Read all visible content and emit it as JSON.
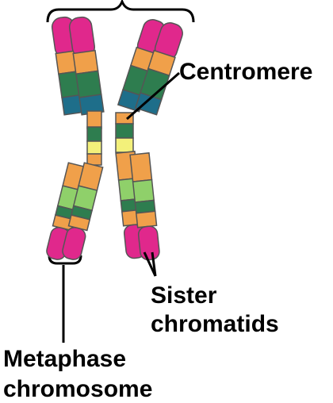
{
  "labels": {
    "centromere": "Centromere",
    "sister_line1": "Sister",
    "sister_line2": "chromatids",
    "metaphase_line1": "Metaphase",
    "metaphase_line2": "chromosome"
  },
  "colors": {
    "magenta": "#e0288c",
    "orange": "#f0a04a",
    "dark_green": "#2e7d4f",
    "teal": "#1e6e8a",
    "yellow": "#f3f07a",
    "light_green": "#8fd06a",
    "outline": "#555555"
  }
}
